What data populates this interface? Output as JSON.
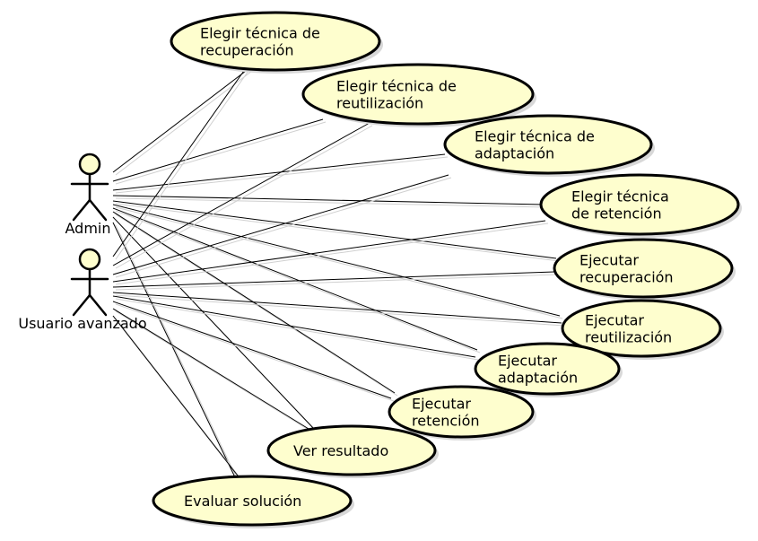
{
  "diagram": {
    "actors": [
      {
        "id": "admin",
        "label": "Admin"
      },
      {
        "id": "power_user",
        "label": "Usuario avanzado"
      }
    ],
    "use_cases": [
      {
        "id": "uc1",
        "lines": [
          "Elegir técnica de",
          "recuperación"
        ]
      },
      {
        "id": "uc2",
        "lines": [
          "Elegir técnica de",
          "reutilización"
        ]
      },
      {
        "id": "uc3",
        "lines": [
          "Elegir técnica de",
          "adaptación"
        ]
      },
      {
        "id": "uc4",
        "lines": [
          "Elegir técnica",
          "de retención"
        ]
      },
      {
        "id": "uc5",
        "lines": [
          "Ejecutar",
          "recuperación"
        ]
      },
      {
        "id": "uc6",
        "lines": [
          "Ejecutar",
          "reutilización"
        ]
      },
      {
        "id": "uc7",
        "lines": [
          "Ejecutar",
          "adaptación"
        ]
      },
      {
        "id": "uc8",
        "lines": [
          "Ejecutar",
          "retención"
        ]
      },
      {
        "id": "uc9",
        "lines": [
          "Ver resultado"
        ]
      },
      {
        "id": "uc10",
        "lines": [
          "Evaluar solución"
        ]
      }
    ],
    "associations": [
      [
        "admin",
        "uc1"
      ],
      [
        "admin",
        "uc2"
      ],
      [
        "admin",
        "uc3"
      ],
      [
        "admin",
        "uc4"
      ],
      [
        "admin",
        "uc5"
      ],
      [
        "admin",
        "uc6"
      ],
      [
        "admin",
        "uc7"
      ],
      [
        "admin",
        "uc8"
      ],
      [
        "admin",
        "uc9"
      ],
      [
        "admin",
        "uc10"
      ],
      [
        "power_user",
        "uc1"
      ],
      [
        "power_user",
        "uc2"
      ],
      [
        "power_user",
        "uc3"
      ],
      [
        "power_user",
        "uc4"
      ],
      [
        "power_user",
        "uc5"
      ],
      [
        "power_user",
        "uc6"
      ],
      [
        "power_user",
        "uc7"
      ],
      [
        "power_user",
        "uc8"
      ],
      [
        "power_user",
        "uc9"
      ],
      [
        "power_user",
        "uc10"
      ]
    ]
  }
}
